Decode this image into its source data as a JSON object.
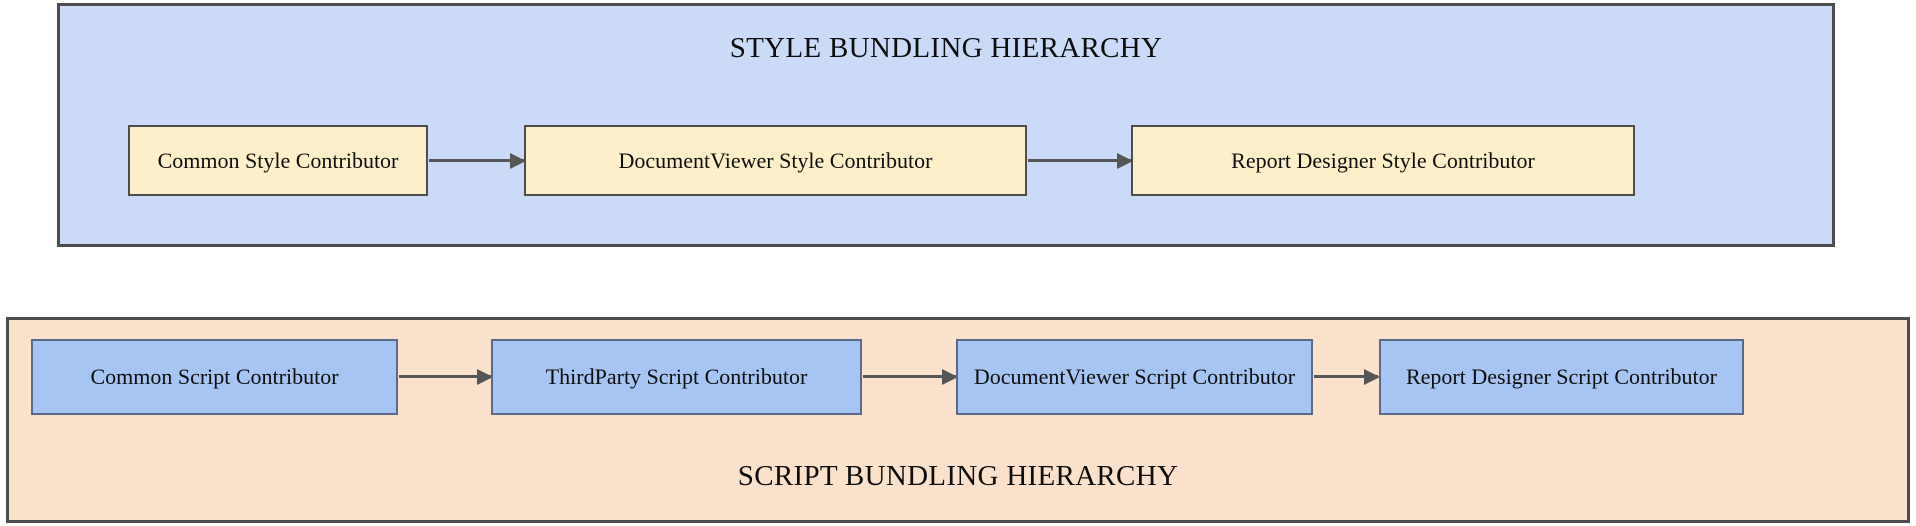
{
  "diagram": {
    "type": "flowchart",
    "clusters": [
      {
        "id": "style",
        "title": "STYLE BUNDLING HIERARCHY",
        "title_position": "top",
        "fill_color": "#cbdaf7",
        "border_color": "#4d4d4d",
        "node_fill_color": "#fcefc9",
        "nodes": [
          {
            "label": "Common Style Contributor"
          },
          {
            "label": "DocumentViewer Style Contributor"
          },
          {
            "label": "Report Designer Style Contributor"
          }
        ],
        "edges": [
          {
            "from": "Common Style Contributor",
            "to": "DocumentViewer Style Contributor",
            "style": "arrow"
          },
          {
            "from": "DocumentViewer Style Contributor",
            "to": "Report Designer Style Contributor",
            "style": "arrow"
          }
        ]
      },
      {
        "id": "script",
        "title": "SCRIPT BUNDLING HIERARCHY",
        "title_position": "bottom",
        "fill_color": "#fae1cb",
        "border_color": "#4d4d4d",
        "node_fill_color": "#a6c5f2",
        "nodes": [
          {
            "label": "Common Script Contributor"
          },
          {
            "label": "ThirdParty Script Contributor"
          },
          {
            "label": "DocumentViewer Script Contributor"
          },
          {
            "label": "Report Designer Script Contributor"
          }
        ],
        "edges": [
          {
            "from": "Common Script Contributor",
            "to": "ThirdParty Script Contributor",
            "style": "arrow"
          },
          {
            "from": "ThirdParty Script Contributor",
            "to": "DocumentViewer Script Contributor",
            "style": "arrow"
          },
          {
            "from": "DocumentViewer Script Contributor",
            "to": "Report Designer Script Contributor",
            "style": "arrow"
          }
        ]
      }
    ],
    "edge_color": "#565656"
  }
}
